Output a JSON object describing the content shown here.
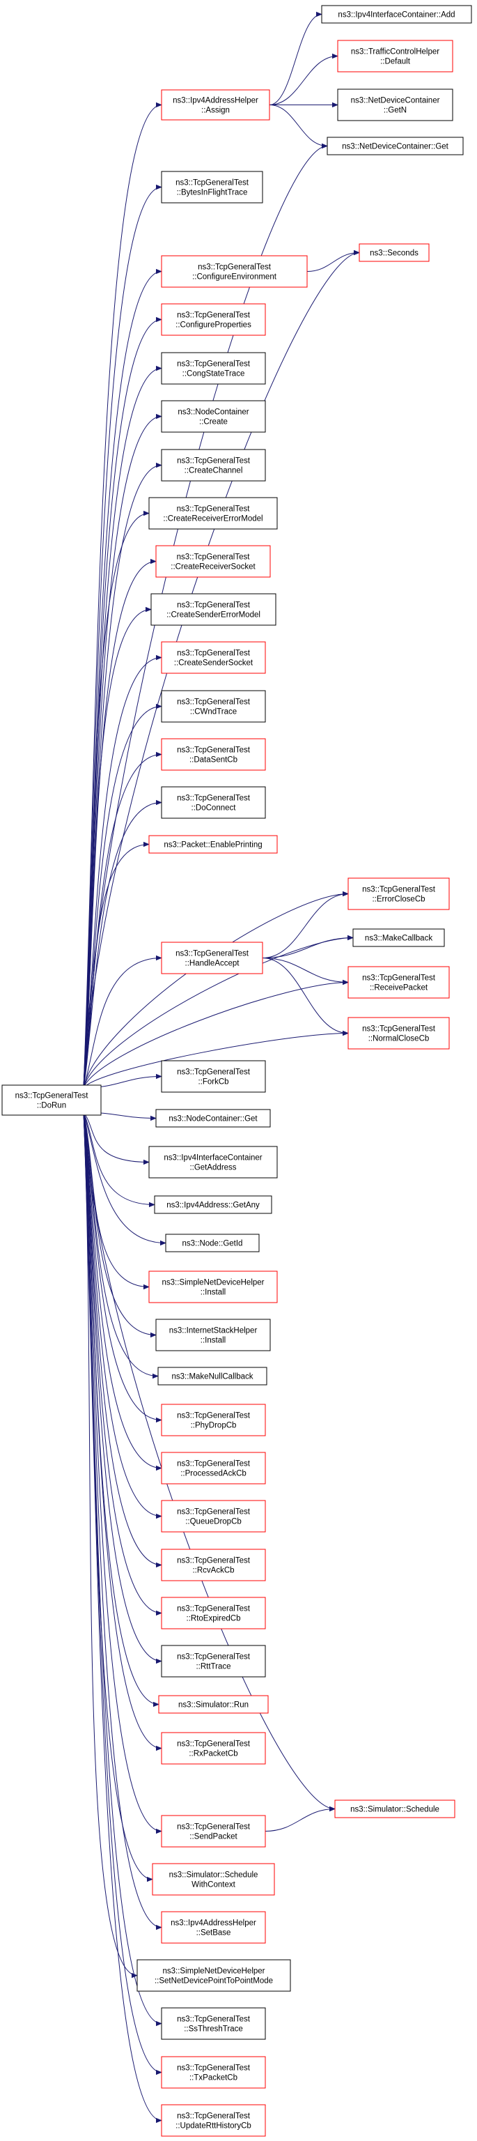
{
  "colors": {
    "edge": "#191970",
    "root_fill": "#bfbfbf",
    "root_stroke": "#000000",
    "linked_stroke": "#ff0000",
    "plain_stroke": "#000000",
    "text": "#000000"
  },
  "root": {
    "id": "DoRun",
    "lines": [
      "ns3::TcpGeneralTest",
      "::DoRun"
    ]
  },
  "nodes": [
    {
      "id": "Ipv4AddrHelperAssign",
      "lines": [
        "ns3::Ipv4AddressHelper",
        "::Assign"
      ],
      "linked": true
    },
    {
      "id": "BytesInFlightTrace",
      "lines": [
        "ns3::TcpGeneralTest",
        "::BytesInFlightTrace"
      ],
      "linked": false
    },
    {
      "id": "ConfigureEnvironment",
      "lines": [
        "ns3::TcpGeneralTest",
        "::ConfigureEnvironment"
      ],
      "linked": true
    },
    {
      "id": "ConfigureProperties",
      "lines": [
        "ns3::TcpGeneralTest",
        "::ConfigureProperties"
      ],
      "linked": true
    },
    {
      "id": "CongStateTrace",
      "lines": [
        "ns3::TcpGeneralTest",
        "::CongStateTrace"
      ],
      "linked": false
    },
    {
      "id": "NodeContainerCreate",
      "lines": [
        "ns3::NodeContainer",
        "::Create"
      ],
      "linked": false
    },
    {
      "id": "CreateChannel",
      "lines": [
        "ns3::TcpGeneralTest",
        "::CreateChannel"
      ],
      "linked": false
    },
    {
      "id": "CreateReceiverErrorModel",
      "lines": [
        "ns3::TcpGeneralTest",
        "::CreateReceiverErrorModel"
      ],
      "linked": false
    },
    {
      "id": "CreateReceiverSocket",
      "lines": [
        "ns3::TcpGeneralTest",
        "::CreateReceiverSocket"
      ],
      "linked": true
    },
    {
      "id": "CreateSenderErrorModel",
      "lines": [
        "ns3::TcpGeneralTest",
        "::CreateSenderErrorModel"
      ],
      "linked": false
    },
    {
      "id": "CreateSenderSocket",
      "lines": [
        "ns3::TcpGeneralTest",
        "::CreateSenderSocket"
      ],
      "linked": true
    },
    {
      "id": "CWndTrace",
      "lines": [
        "ns3::TcpGeneralTest",
        "::CWndTrace"
      ],
      "linked": false
    },
    {
      "id": "DataSentCb",
      "lines": [
        "ns3::TcpGeneralTest",
        "::DataSentCb"
      ],
      "linked": true
    },
    {
      "id": "DoConnect",
      "lines": [
        "ns3::TcpGeneralTest",
        "::DoConnect"
      ],
      "linked": false
    },
    {
      "id": "EnablePrinting",
      "lines": [
        "ns3::Packet::EnablePrinting"
      ],
      "linked": true
    },
    {
      "id": "HandleAccept",
      "lines": [
        "ns3::TcpGeneralTest",
        "::HandleAccept"
      ],
      "linked": true
    },
    {
      "id": "ForkCb",
      "lines": [
        "ns3::TcpGeneralTest",
        "::ForkCb"
      ],
      "linked": false
    },
    {
      "id": "NodeContainerGet",
      "lines": [
        "ns3::NodeContainer::Get"
      ],
      "linked": false
    },
    {
      "id": "GetAddress",
      "lines": [
        "ns3::Ipv4InterfaceContainer",
        "::GetAddress"
      ],
      "linked": false
    },
    {
      "id": "GetAny",
      "lines": [
        "ns3::Ipv4Address::GetAny"
      ],
      "linked": false
    },
    {
      "id": "GetId",
      "lines": [
        "ns3::Node::GetId"
      ],
      "linked": false
    },
    {
      "id": "SimpleNetDeviceHelperInstall",
      "lines": [
        "ns3::SimpleNetDeviceHelper",
        "::Install"
      ],
      "linked": true
    },
    {
      "id": "InternetStackHelperInstall",
      "lines": [
        "ns3::InternetStackHelper",
        "::Install"
      ],
      "linked": false
    },
    {
      "id": "MakeNullCallback",
      "lines": [
        "ns3::MakeNullCallback"
      ],
      "linked": false
    },
    {
      "id": "PhyDropCb",
      "lines": [
        "ns3::TcpGeneralTest",
        "::PhyDropCb"
      ],
      "linked": true
    },
    {
      "id": "ProcessedAckCb",
      "lines": [
        "ns3::TcpGeneralTest",
        "::ProcessedAckCb"
      ],
      "linked": true
    },
    {
      "id": "QueueDropCb",
      "lines": [
        "ns3::TcpGeneralTest",
        "::QueueDropCb"
      ],
      "linked": true
    },
    {
      "id": "RcvAckCb",
      "lines": [
        "ns3::TcpGeneralTest",
        "::RcvAckCb"
      ],
      "linked": true
    },
    {
      "id": "RtoExpiredCb",
      "lines": [
        "ns3::TcpGeneralTest",
        "::RtoExpiredCb"
      ],
      "linked": true
    },
    {
      "id": "RttTrace",
      "lines": [
        "ns3::TcpGeneralTest",
        "::RttTrace"
      ],
      "linked": false
    },
    {
      "id": "SimulatorRun",
      "lines": [
        "ns3::Simulator::Run"
      ],
      "linked": true
    },
    {
      "id": "RxPacketCb",
      "lines": [
        "ns3::TcpGeneralTest",
        "::RxPacketCb"
      ],
      "linked": true
    },
    {
      "id": "SendPacket",
      "lines": [
        "ns3::TcpGeneralTest",
        "::SendPacket"
      ],
      "linked": true
    },
    {
      "id": "ScheduleWithContext",
      "lines": [
        "ns3::Simulator::Schedule",
        "WithContext"
      ],
      "linked": true
    },
    {
      "id": "SetBase",
      "lines": [
        "ns3::Ipv4AddressHelper",
        "::SetBase"
      ],
      "linked": true
    },
    {
      "id": "SetNetDevicePointToPointMode",
      "lines": [
        "ns3::SimpleNetDeviceHelper",
        "::SetNetDevicePointToPointMode"
      ],
      "linked": false
    },
    {
      "id": "SsThreshTrace",
      "lines": [
        "ns3::TcpGeneralTest",
        "::SsThreshTrace"
      ],
      "linked": false
    },
    {
      "id": "TxPacketCb",
      "lines": [
        "ns3::TcpGeneralTest",
        "::TxPacketCb"
      ],
      "linked": true
    },
    {
      "id": "UpdateRttHistoryCb",
      "lines": [
        "ns3::TcpGeneralTest",
        "::UpdateRttHistoryCb"
      ],
      "linked": true
    },
    {
      "id": "Ipv4InterfaceContainerAdd",
      "lines": [
        "ns3::Ipv4InterfaceContainer::Add"
      ],
      "linked": false
    },
    {
      "id": "TrafficControlHelperDefault",
      "lines": [
        "ns3::TrafficControlHelper",
        "::Default"
      ],
      "linked": true
    },
    {
      "id": "NetDeviceContainerGetN",
      "lines": [
        "ns3::NetDeviceContainer",
        "::GetN"
      ],
      "linked": false
    },
    {
      "id": "NetDeviceContainerGet",
      "lines": [
        "ns3::NetDeviceContainer::Get"
      ],
      "linked": false
    },
    {
      "id": "Seconds",
      "lines": [
        "ns3::Seconds"
      ],
      "linked": true
    },
    {
      "id": "ErrorCloseCb",
      "lines": [
        "ns3::TcpGeneralTest",
        "::ErrorCloseCb"
      ],
      "linked": true
    },
    {
      "id": "MakeCallback",
      "lines": [
        "ns3::MakeCallback"
      ],
      "linked": false
    },
    {
      "id": "ReceivePacket",
      "lines": [
        "ns3::TcpGeneralTest",
        "::ReceivePacket"
      ],
      "linked": true
    },
    {
      "id": "NormalCloseCb",
      "lines": [
        "ns3::TcpGeneralTest",
        "::NormalCloseCb"
      ],
      "linked": true
    },
    {
      "id": "SimulatorSchedule",
      "lines": [
        "ns3::Simulator::Schedule"
      ],
      "linked": true
    }
  ],
  "edges": [
    [
      "DoRun",
      "Ipv4AddrHelperAssign"
    ],
    [
      "DoRun",
      "NetDeviceContainerGet"
    ],
    [
      "DoRun",
      "BytesInFlightTrace"
    ],
    [
      "DoRun",
      "ConfigureEnvironment"
    ],
    [
      "DoRun",
      "Seconds"
    ],
    [
      "DoRun",
      "ConfigureProperties"
    ],
    [
      "DoRun",
      "CongStateTrace"
    ],
    [
      "DoRun",
      "NodeContainerCreate"
    ],
    [
      "DoRun",
      "CreateChannel"
    ],
    [
      "DoRun",
      "CreateReceiverErrorModel"
    ],
    [
      "DoRun",
      "CreateReceiverSocket"
    ],
    [
      "DoRun",
      "CreateSenderErrorModel"
    ],
    [
      "DoRun",
      "CreateSenderSocket"
    ],
    [
      "DoRun",
      "CWndTrace"
    ],
    [
      "DoRun",
      "DataSentCb"
    ],
    [
      "DoRun",
      "DoConnect"
    ],
    [
      "DoRun",
      "EnablePrinting"
    ],
    [
      "DoRun",
      "ErrorCloseCb"
    ],
    [
      "DoRun",
      "MakeCallback"
    ],
    [
      "DoRun",
      "HandleAccept"
    ],
    [
      "DoRun",
      "ReceivePacket"
    ],
    [
      "DoRun",
      "NormalCloseCb"
    ],
    [
      "DoRun",
      "ForkCb"
    ],
    [
      "DoRun",
      "NodeContainerGet"
    ],
    [
      "DoRun",
      "GetAddress"
    ],
    [
      "DoRun",
      "GetAny"
    ],
    [
      "DoRun",
      "GetId"
    ],
    [
      "DoRun",
      "SimpleNetDeviceHelperInstall"
    ],
    [
      "DoRun",
      "InternetStackHelperInstall"
    ],
    [
      "DoRun",
      "MakeNullCallback"
    ],
    [
      "DoRun",
      "PhyDropCb"
    ],
    [
      "DoRun",
      "ProcessedAckCb"
    ],
    [
      "DoRun",
      "QueueDropCb"
    ],
    [
      "DoRun",
      "RcvAckCb"
    ],
    [
      "DoRun",
      "RtoExpiredCb"
    ],
    [
      "DoRun",
      "RttTrace"
    ],
    [
      "DoRun",
      "SimulatorRun"
    ],
    [
      "DoRun",
      "RxPacketCb"
    ],
    [
      "DoRun",
      "SimulatorSchedule"
    ],
    [
      "DoRun",
      "SendPacket"
    ],
    [
      "DoRun",
      "ScheduleWithContext"
    ],
    [
      "DoRun",
      "SetBase"
    ],
    [
      "DoRun",
      "SetNetDevicePointToPointMode"
    ],
    [
      "DoRun",
      "SsThreshTrace"
    ],
    [
      "DoRun",
      "TxPacketCb"
    ],
    [
      "DoRun",
      "UpdateRttHistoryCb"
    ],
    [
      "Ipv4AddrHelperAssign",
      "Ipv4InterfaceContainerAdd"
    ],
    [
      "Ipv4AddrHelperAssign",
      "TrafficControlHelperDefault"
    ],
    [
      "Ipv4AddrHelperAssign",
      "NetDeviceContainerGetN"
    ],
    [
      "Ipv4AddrHelperAssign",
      "NetDeviceContainerGet"
    ],
    [
      "ConfigureEnvironment",
      "Seconds"
    ],
    [
      "HandleAccept",
      "ErrorCloseCb"
    ],
    [
      "HandleAccept",
      "MakeCallback"
    ],
    [
      "HandleAccept",
      "ReceivePacket"
    ],
    [
      "HandleAccept",
      "NormalCloseCb"
    ],
    [
      "SendPacket",
      "SimulatorSchedule"
    ]
  ]
}
